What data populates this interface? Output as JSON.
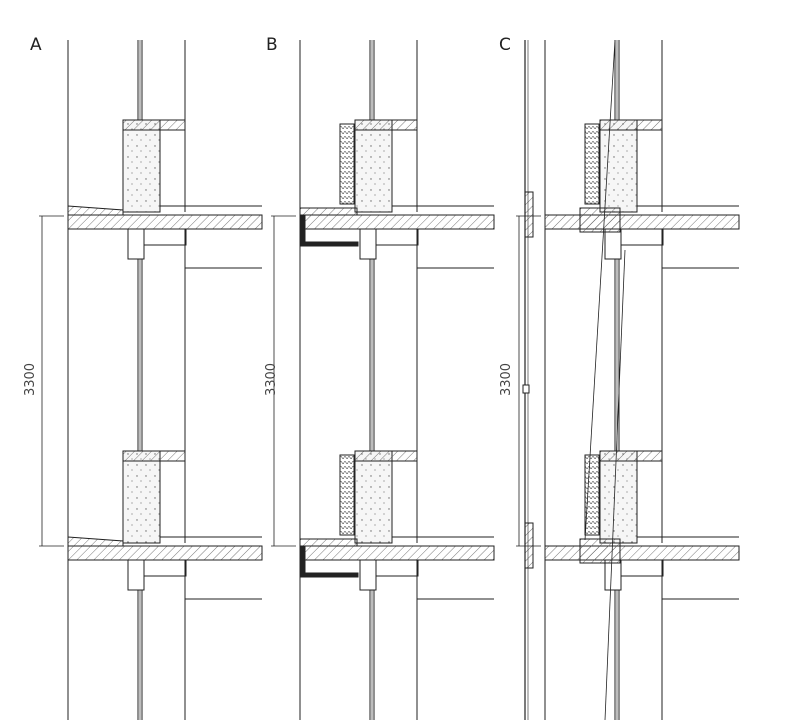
{
  "sections": [
    {
      "label": "A",
      "dimension": "3300"
    },
    {
      "label": "B",
      "dimension": "3300"
    },
    {
      "label": "C",
      "dimension": "3300"
    }
  ],
  "colors": {
    "line": "#222222",
    "hatch": "#555555",
    "fill": "#f4f4f4"
  }
}
